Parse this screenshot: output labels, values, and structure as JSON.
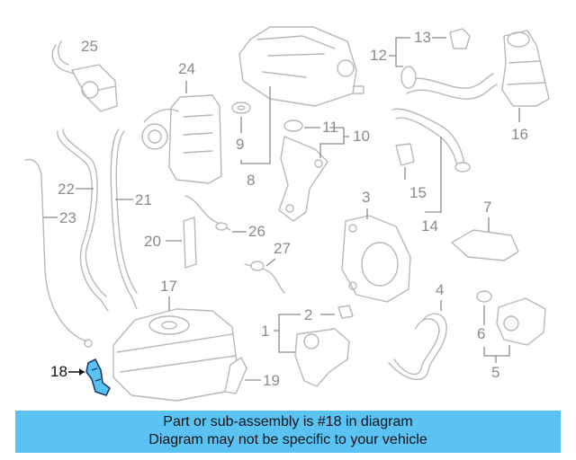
{
  "diagram": {
    "callouts": [
      "25",
      "24",
      "9",
      "8",
      "11",
      "10",
      "13",
      "12",
      "16",
      "22",
      "21",
      "23",
      "26",
      "20",
      "27",
      "15",
      "14",
      "3",
      "7",
      "17",
      "2",
      "1",
      "4",
      "6",
      "5",
      "19"
    ],
    "highlighted_callout": "18",
    "highlight_color": "#5bc2f4",
    "part_line_color": "#b8b8b8"
  },
  "banner": {
    "line1": "Part or sub-assembly is #18 in diagram",
    "line2": "Diagram may not be specific to your vehicle",
    "background": "#5bc2f4"
  }
}
